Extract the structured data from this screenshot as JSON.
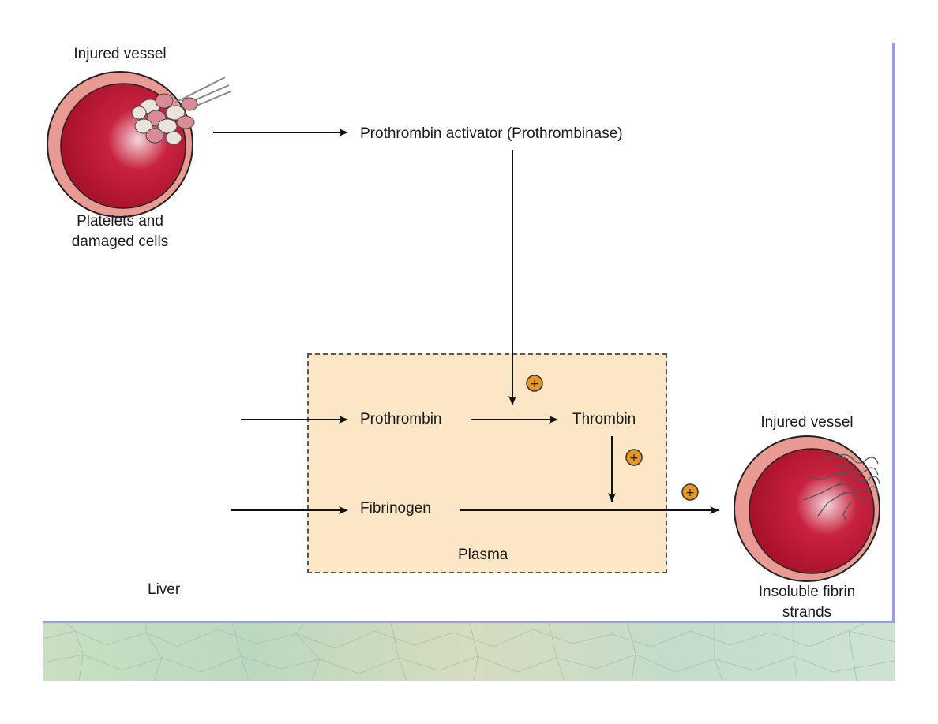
{
  "labels": {
    "injured_vessel_top": "Injured vessel",
    "platelets": "Platelets and\ndamaged cells",
    "prothrombin_activator": "Prothrombin activator (Prothrombinase)",
    "prothrombin": "Prothrombin",
    "thrombin": "Thrombin",
    "fibrinogen": "Fibrinogen",
    "plasma": "Plasma",
    "liver": "Liver",
    "injured_vessel_right": "Injured vessel",
    "fibrin_strands": "Insoluble fibrin\nstrands"
  },
  "activation_symbol": "+",
  "colors": {
    "vessel_wall": "#e89a93",
    "vessel_lumen": "#b0102a",
    "plasma_fill": "#fbe7c6",
    "frame": "#9b9be6",
    "activation_circle": "#e8961e"
  }
}
